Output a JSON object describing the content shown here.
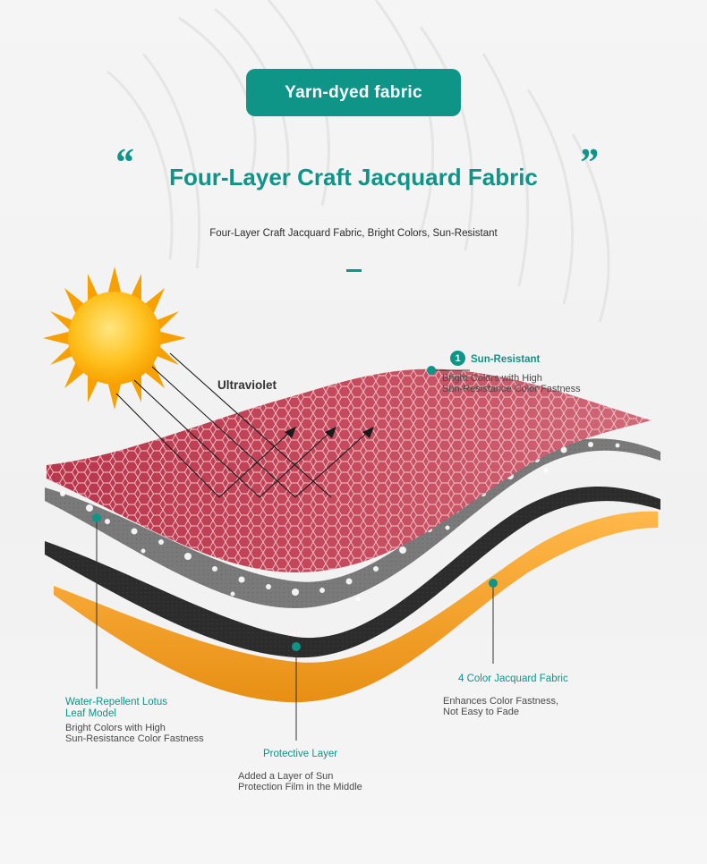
{
  "badge": {
    "label": "Yarn-dyed fabric"
  },
  "heading": {
    "open_quote": "“",
    "close_quote": "”",
    "title": "Four-Layer Craft Jacquard Fabric",
    "subtitle": "Four-Layer Craft Jacquard Fabric, Bright Colors, Sun-Resistant"
  },
  "diagram": {
    "ultraviolet_label": "Ultraviolet",
    "colors": {
      "accent": "#0f9488",
      "top_layer": "#c4485c",
      "coating": "#7a7a7a",
      "film": "#2c2c2c",
      "base": "#f0a020",
      "sun": "#ffc220"
    },
    "callouts": {
      "sun_resistant": {
        "number": "1",
        "title": "Sun-Resistant",
        "lines": [
          "Bright Colors with High",
          "Sun-Resistance Color Fastness"
        ]
      },
      "water_repellent": {
        "title_lines": [
          "Water-Repellent Lotus",
          "Leaf Model"
        ],
        "lines": [
          "Bright Colors with High",
          "Sun-Resistance Color Fastness"
        ]
      },
      "protective_layer": {
        "title": "Protective Layer",
        "lines": [
          "Added a Layer of Sun",
          "Protection Film in the Middle"
        ]
      },
      "jacquard": {
        "title": "4 Color Jacquard Fabric",
        "lines": [
          "Enhances Color Fastness,",
          "Not Easy to Fade"
        ]
      }
    }
  }
}
